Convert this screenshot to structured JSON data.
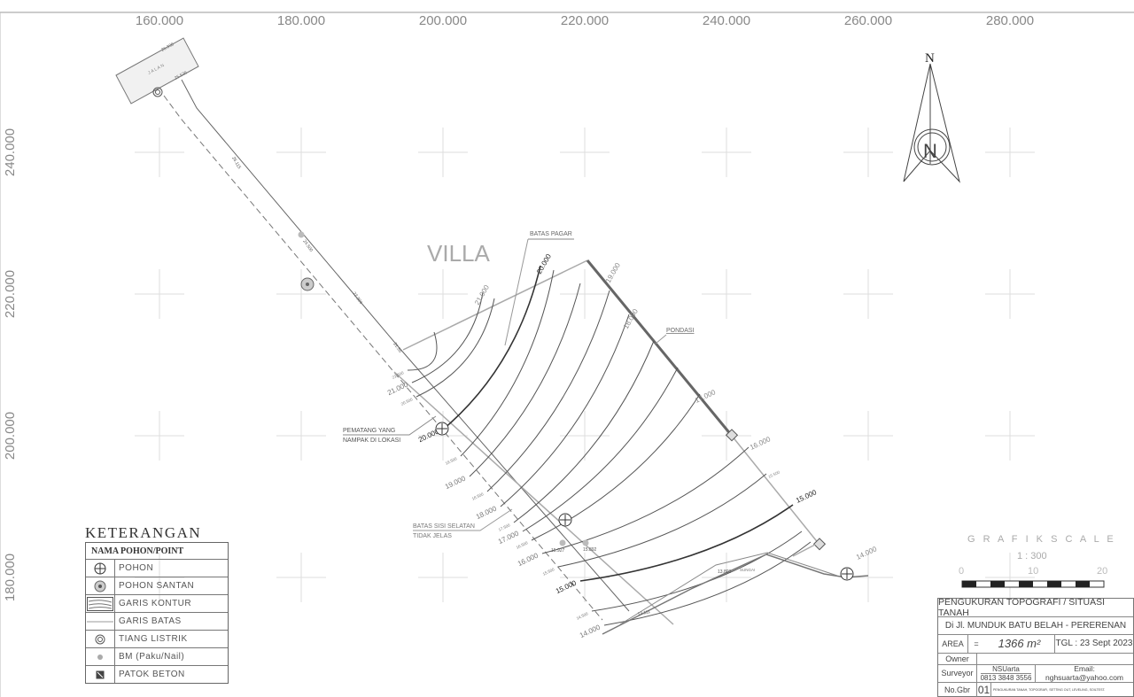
{
  "grid": {
    "x_labels": [
      "160.000",
      "180.000",
      "200.000",
      "220.000",
      "240.000",
      "260.000",
      "280.000"
    ],
    "y_labels": [
      "240.000",
      "220.000",
      "200.000",
      "180.000"
    ]
  },
  "map": {
    "villa_label": "VILLA",
    "jalan_label": "J A L A N",
    "jalan_elev": [
      "26.330",
      "25.536"
    ],
    "road_labels": [
      "26.115",
      "24.500",
      "22.304",
      "21.55"
    ],
    "batas_pagar": "BATAS PAGAR",
    "pondasi": "PONDASI",
    "pematang": [
      "PEMATANG YANG",
      "NAMPAK DI LOKASI"
    ],
    "batas_selatan": [
      "BATAS SISI SELATAN",
      "TIDAK JELAS"
    ],
    "bm_points": [
      "15.927",
      "15.892"
    ],
    "river_labels": [
      "13.803",
      "SUNGAI",
      "13.111"
    ],
    "contours_west": [
      "21.500",
      "21.000",
      "20.500",
      "20.000",
      "19.500",
      "19.000",
      "18.500",
      "18.000",
      "17.500",
      "17.000",
      "16.500",
      "16.000",
      "15.500",
      "15.000",
      "14.500",
      "14.000"
    ],
    "contours_east": [
      "21.000",
      "20.000",
      "19.000",
      "18.000",
      "17.000",
      "16.000",
      "15.500",
      "15.000",
      "14.000"
    ],
    "north": "N"
  },
  "legend": {
    "title": "KETERANGAN",
    "header": "NAMA POHON/POINT",
    "items": [
      {
        "icon": "tree-icon",
        "label": "POHON"
      },
      {
        "icon": "coconut-tree-icon",
        "label": "POHON SANTAN"
      },
      {
        "icon": "contour-icon",
        "label": "GARIS KONTUR"
      },
      {
        "icon": "boundary-line-icon",
        "label": "GARIS BATAS"
      },
      {
        "icon": "power-pole-icon",
        "label": "TIANG LISTRIK"
      },
      {
        "icon": "bm-nail-icon",
        "label": "BM (Paku/Nail)"
      },
      {
        "icon": "concrete-marker-icon",
        "label": "PATOK BETON"
      }
    ]
  },
  "scale": {
    "title": "G R A F I K   S C A L E",
    "ratio": "1 : 300",
    "ticks": [
      "0",
      "10",
      "20"
    ]
  },
  "title_block": {
    "line1": "PENGUKURAN TOPOGRAFI / SITUASI TANAH",
    "line2": "Di Jl. MUNDUK BATU BELAH - PERERENAN",
    "area_label": "AREA",
    "area_eq": "=",
    "area_value": "1366 m²",
    "date": "TGL : 23 Sept 2023",
    "owner_label": "Owner",
    "owner_value": "",
    "surveyor_label": "Surveyor",
    "surveyor_name": "NSUarta",
    "surveyor_phone": "0813 3848 3556",
    "email": "Email: nghsuarta@yahoo.com",
    "nogbr_label": "No.Gbr",
    "nogbr_value": "01",
    "services": "PENGUKURAN TANAH, TOPOGRAFI, SETTING OUT, LEVELING, SOILTEST."
  }
}
